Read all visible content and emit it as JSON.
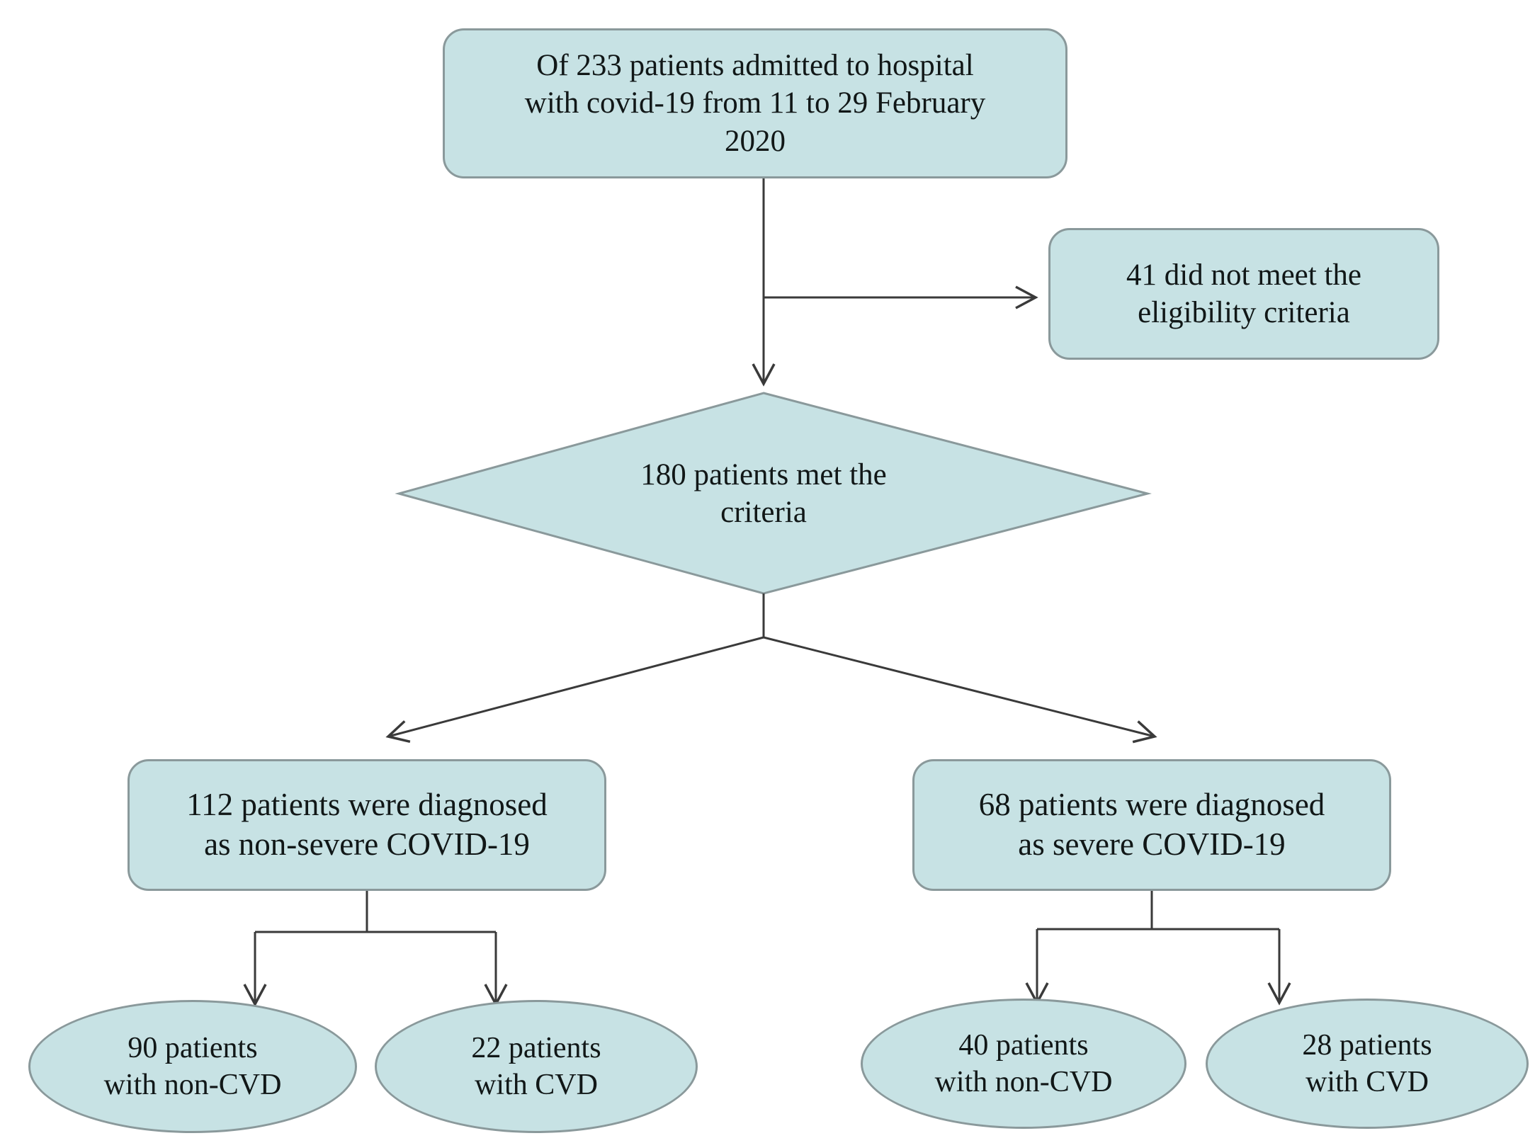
{
  "diagram": {
    "type": "flowchart",
    "topic": "COVID-19 patient enrollment and CVD grouping",
    "nodes": {
      "admitted": {
        "shape": "rounded-rect",
        "count": 233,
        "text": "Of 233 patients admitted to hospital with covid-19 from 11 to 29 February 2020",
        "lines": [
          "Of 233 patients admitted to hospital",
          "with covid-19 from 11 to 29 February",
          "2020"
        ]
      },
      "not_eligible": {
        "shape": "rounded-rect",
        "count": 41,
        "text": "41 did not meet the eligibility criteria",
        "lines": [
          "41 did not meet the",
          "eligibility criteria"
        ]
      },
      "met_criteria": {
        "shape": "diamond",
        "count": 180,
        "text": "180 patients met the criteria",
        "lines": [
          "180 patients met the",
          "criteria"
        ]
      },
      "non_severe": {
        "shape": "rounded-rect",
        "count": 112,
        "text": "112 patients were diagnosed as non-severe COVID-19",
        "lines": [
          "112 patients were diagnosed",
          "as non-severe COVID-19"
        ]
      },
      "severe": {
        "shape": "rounded-rect",
        "count": 68,
        "text": "68 patients were diagnosed as severe COVID-19",
        "lines": [
          "68 patients were diagnosed",
          "as severe COVID-19"
        ]
      },
      "nonsevere_noncvd": {
        "shape": "ellipse",
        "count": 90,
        "text": "90 patients with non-CVD",
        "lines": [
          "90 patients",
          "with non-CVD"
        ]
      },
      "nonsevere_cvd": {
        "shape": "ellipse",
        "count": 22,
        "text": "22 patients with CVD",
        "lines": [
          "22 patients",
          "with CVD"
        ]
      },
      "severe_noncvd": {
        "shape": "ellipse",
        "count": 40,
        "text": "40 patients with non-CVD",
        "lines": [
          "40 patients",
          "with non-CVD"
        ]
      },
      "severe_cvd": {
        "shape": "ellipse",
        "count": 28,
        "text": "28 patients with CVD",
        "lines": [
          "28 patients",
          "with CVD"
        ]
      }
    },
    "edges": [
      {
        "from": "admitted",
        "to": "met_criteria",
        "arrow": true
      },
      {
        "from": "admitted",
        "to": "not_eligible",
        "arrow": true
      },
      {
        "from": "met_criteria",
        "to": "non_severe",
        "arrow": true
      },
      {
        "from": "met_criteria",
        "to": "severe",
        "arrow": true
      },
      {
        "from": "non_severe",
        "to": "nonsevere_noncvd",
        "arrow": true
      },
      {
        "from": "non_severe",
        "to": "nonsevere_cvd",
        "arrow": true
      },
      {
        "from": "severe",
        "to": "severe_noncvd",
        "arrow": true
      },
      {
        "from": "severe",
        "to": "severe_cvd",
        "arrow": true
      }
    ]
  },
  "colors": {
    "node_fill": "#c7e2e4",
    "node_border": "#8a999b",
    "line": "#3a3a3a",
    "text": "#111717",
    "background": "#ffffff"
  }
}
